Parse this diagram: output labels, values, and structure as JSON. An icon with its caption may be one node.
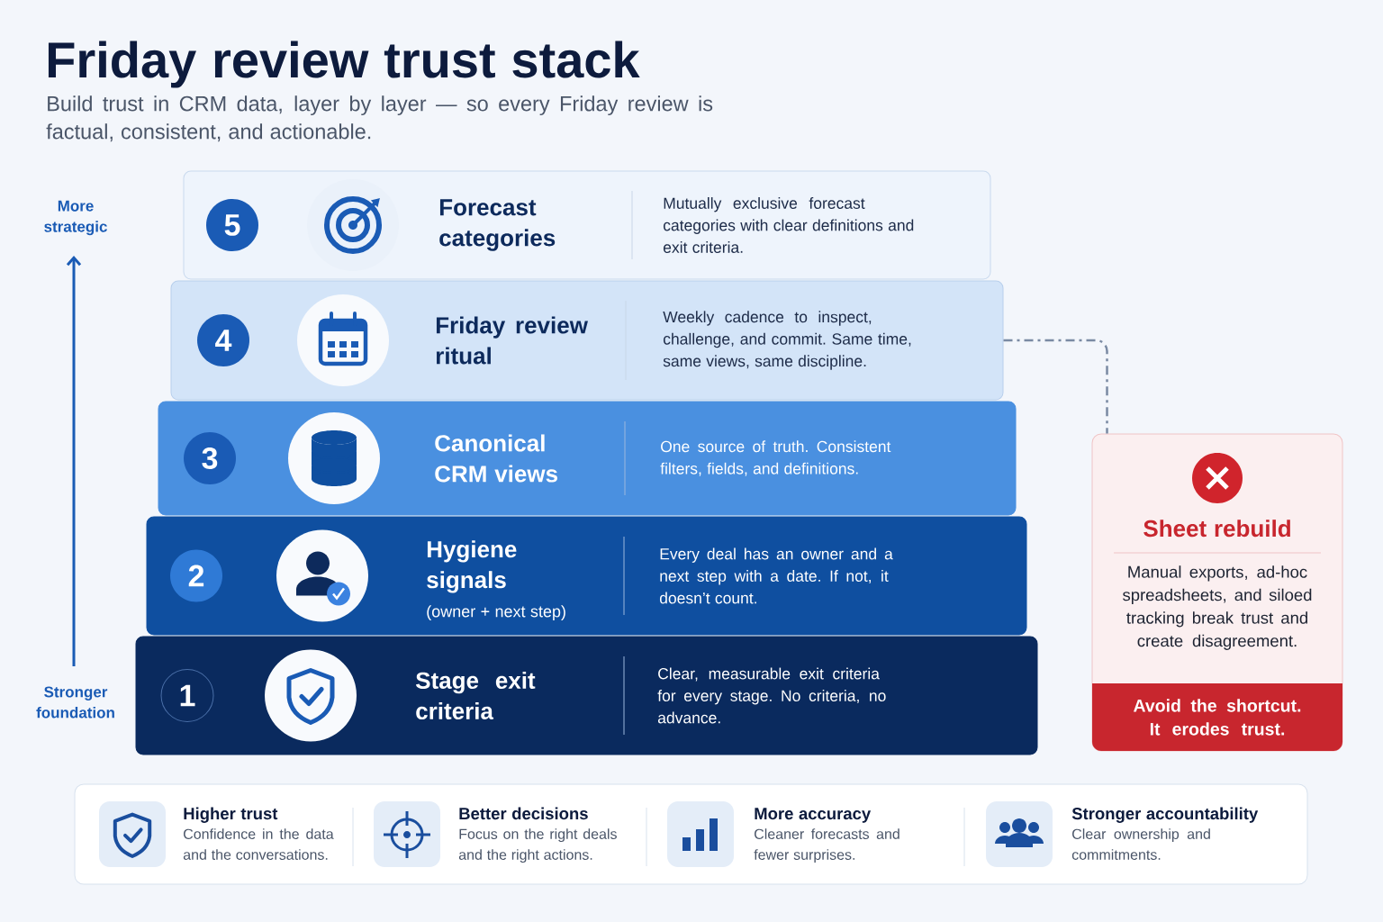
{
  "diagram": {
    "title": "Friday review trust stack",
    "nodes": [
      {
        "text": [
          "5",
          "Forecast categories",
          "Mutually exclusive forecast categories with clear definitions and exit criteria."
        ]
      },
      {
        "text": [
          "4",
          "Friday review ritual",
          "Weekly cadence to inspect, challenge, and commit. Same time, same views, same discipline."
        ]
      },
      {
        "text": [
          "3",
          "Canonical CRM views",
          "One source of truth. Consistent filters, fields, and definitions."
        ]
      },
      {
        "text": [
          "2",
          "Hygiene signals",
          "(owner + next step)",
          "Every deal has an owner and a next step with a date. If not, it doesn’t count."
        ]
      },
      {
        "text": [
          "1",
          "Stage exit criteria",
          "Clear, measurable exit criteria for every stage. No criteria, no advance."
        ]
      },
      {
        "text": [
          "Sheet rebuild",
          "Manual exports, ad-hoc spreadsheets, and siloed tracking break trust and create disagreement.",
          "Avoid the shortcut. It erodes trust."
        ]
      }
    ],
    "edges": [
      {
        "from": 1,
        "to": 5,
        "arrow": "none",
        "style": "dashed"
      }
    ],
    "labels": [
      "Build trust in CRM data, layer by layer — so every Friday review is factual, consistent, and actionable.",
      "More strategic",
      "Stronger foundation",
      "Higher trust",
      "Confidence in the data and the conversations.",
      "Better decisions",
      "Focus on the right deals and the right actions.",
      "More accuracy",
      "Cleaner forecasts and fewer surprises.",
      "Stronger accountability",
      "Clear ownership and commitments."
    ]
  }
}
